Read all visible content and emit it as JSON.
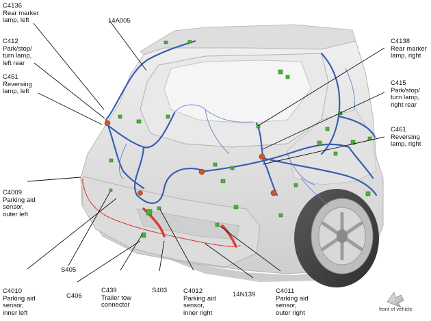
{
  "labels": {
    "c4136": "C4136\nRear marker\nlamp, left",
    "h14a005": "14A005",
    "c412": "C412\nPark/stop/\nturn lamp,\nleft rear",
    "c451": "C451\nReversing\nlamp, left",
    "c4009": "C4009\nParking aid\nsensor,\nouter left",
    "s405": "S405",
    "c4010": "C4010\nParking aid\nsensor,\ninner left",
    "c406": "C406",
    "c439": "C439\nTrailer tow\nconnector",
    "s403": "S403",
    "c4012": "C4012\nParking aid\nsensor,\ninner right",
    "h14n139": "14N139",
    "c4011": "C4011\nParking aid\nsensor,\nouter right",
    "c4138": "C4138\nRear marker\nlamp, right",
    "c415": "C415\nPark/stop/\nturn lamp,\nright rear",
    "c461": "C461\nReversing\nlamp, right"
  },
  "direction_indicator": {
    "icon": "front-arrow-icon",
    "label": "front of vehicle"
  },
  "colors": {
    "harness_blue": "#3a5fb0",
    "connector_green": "#4caf3a",
    "bumper_harness_red": "#d93b3b",
    "body_gray": "#e4e4e4"
  }
}
